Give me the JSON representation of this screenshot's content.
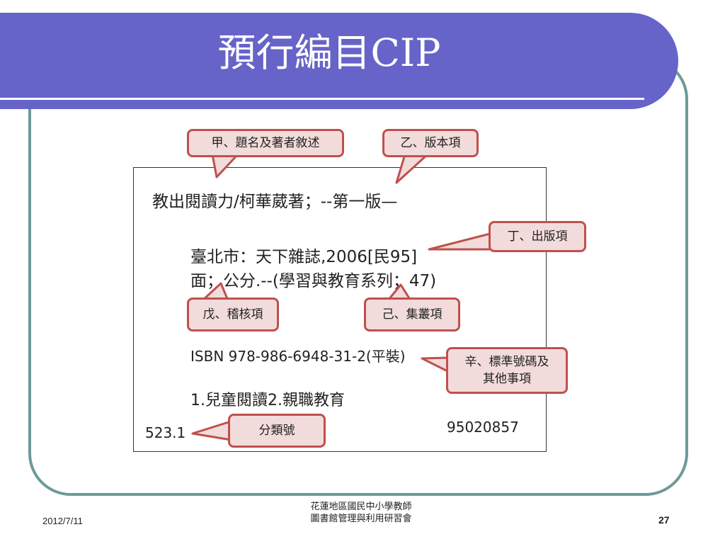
{
  "slide": {
    "title": "預行編目CIP",
    "document": {
      "line1": "教出閱讀力/柯華葳著；--第一版—",
      "line2": "臺北市：天下雜誌,2006[民95]",
      "line3": "面；公分.--(學習與教育系列；47)",
      "isbn": "ISBN 978-986-6948-31-2(平裝)",
      "subjects": "1.兒童閱讀2.親職教育",
      "classno": "523.1",
      "recordno": "95020857"
    },
    "callouts": {
      "jia": "甲、題名及著者敘述",
      "yi": "乙、版本項",
      "ding": "丁、出版項",
      "wu": "戊、稽核項",
      "ji": "己、集叢項",
      "xin_line1": "辛、標準號碼及",
      "xin_line2": "其他事項",
      "fenlei": "分類號"
    },
    "colors": {
      "title_bar": "#6663c9",
      "frame": "#6c9a97",
      "callout_fill": "#f2dcdb",
      "callout_border": "#c0504d"
    }
  },
  "footer": {
    "date": "2012/7/11",
    "org_line1": "花蓮地區國民中小學教師",
    "org_line2": "圖書館管理與利用研習會",
    "page": "27"
  }
}
